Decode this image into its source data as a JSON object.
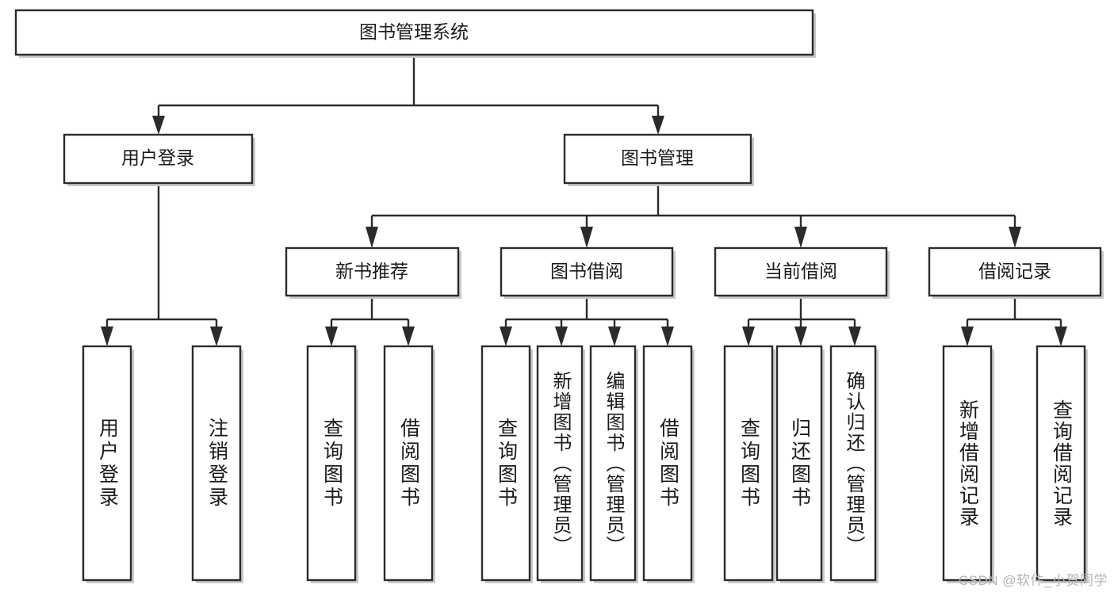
{
  "diagram": {
    "title": "图书管理系统",
    "type": "hierarchy-tree",
    "watermark": "CSDN @软件_小贺同学",
    "colors": {
      "stroke": "#2b2b2b",
      "fill": "#ffffff",
      "shadow": "#c9c9c9",
      "text": "#1a1a1a",
      "watermark": "#b4b4b4"
    },
    "root": {
      "label": "图书管理系统"
    },
    "level2": [
      {
        "label": "用户登录"
      },
      {
        "label": "图书管理"
      }
    ],
    "level3": [
      {
        "label": "新书推荐"
      },
      {
        "label": "图书借阅"
      },
      {
        "label": "当前借阅"
      },
      {
        "label": "借阅记录"
      }
    ],
    "leaves": {
      "user_login": [
        {
          "label": "用户登录"
        },
        {
          "label": "注销登录"
        }
      ],
      "new_book_recommend": [
        {
          "label": "查询图书"
        },
        {
          "label": "借阅图书"
        }
      ],
      "book_borrow": [
        {
          "label": "查询图书"
        },
        {
          "label": "新增图书（管理员）"
        },
        {
          "label": "编辑图书（管理员）"
        },
        {
          "label": "借阅图书"
        }
      ],
      "current_borrow": [
        {
          "label": "查询图书"
        },
        {
          "label": "归还图书"
        },
        {
          "label": "确认归还（管理员）"
        }
      ],
      "borrow_record": [
        {
          "label": "新增借阅记录"
        },
        {
          "label": "查询借阅记录"
        }
      ]
    }
  }
}
